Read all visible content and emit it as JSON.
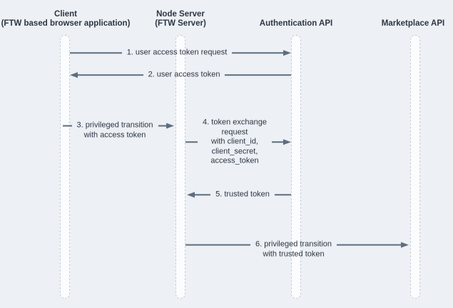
{
  "diagram": {
    "type": "sequence-diagram",
    "participants": [
      {
        "name": "Client",
        "subtitle": "(FTW based browser application)"
      },
      {
        "name": "Node Server",
        "subtitle": "(FTW Server)"
      },
      {
        "name": "Authentication API",
        "subtitle": ""
      },
      {
        "name": "Marketplace API",
        "subtitle": ""
      }
    ],
    "messages": [
      {
        "label": "1. user access token request",
        "from": "Client",
        "to": "Authentication API",
        "direction": "right"
      },
      {
        "label": "2. user access token",
        "from": "Authentication API",
        "to": "Client",
        "direction": "left"
      },
      {
        "label": "3. privileged transition\nwith access token",
        "from": "Client",
        "to": "Node Server",
        "direction": "right"
      },
      {
        "label": "4. token exchange\nrequest\nwith client_id,\nclient_secret,\naccess_token",
        "from": "Node Server",
        "to": "Authentication API",
        "direction": "right"
      },
      {
        "label": "5. trusted token",
        "from": "Authentication API",
        "to": "Node Server",
        "direction": "left"
      },
      {
        "label": "6. privileged transition\nwith trusted token",
        "from": "Node Server",
        "to": "Marketplace API",
        "direction": "right"
      }
    ],
    "colors": {
      "background": "#edf0f4",
      "arrow": "#5d6d7e",
      "text": "#2c3644",
      "lifeline_fill": "#fbfcfe",
      "lifeline_border": "#c7ced8"
    }
  }
}
